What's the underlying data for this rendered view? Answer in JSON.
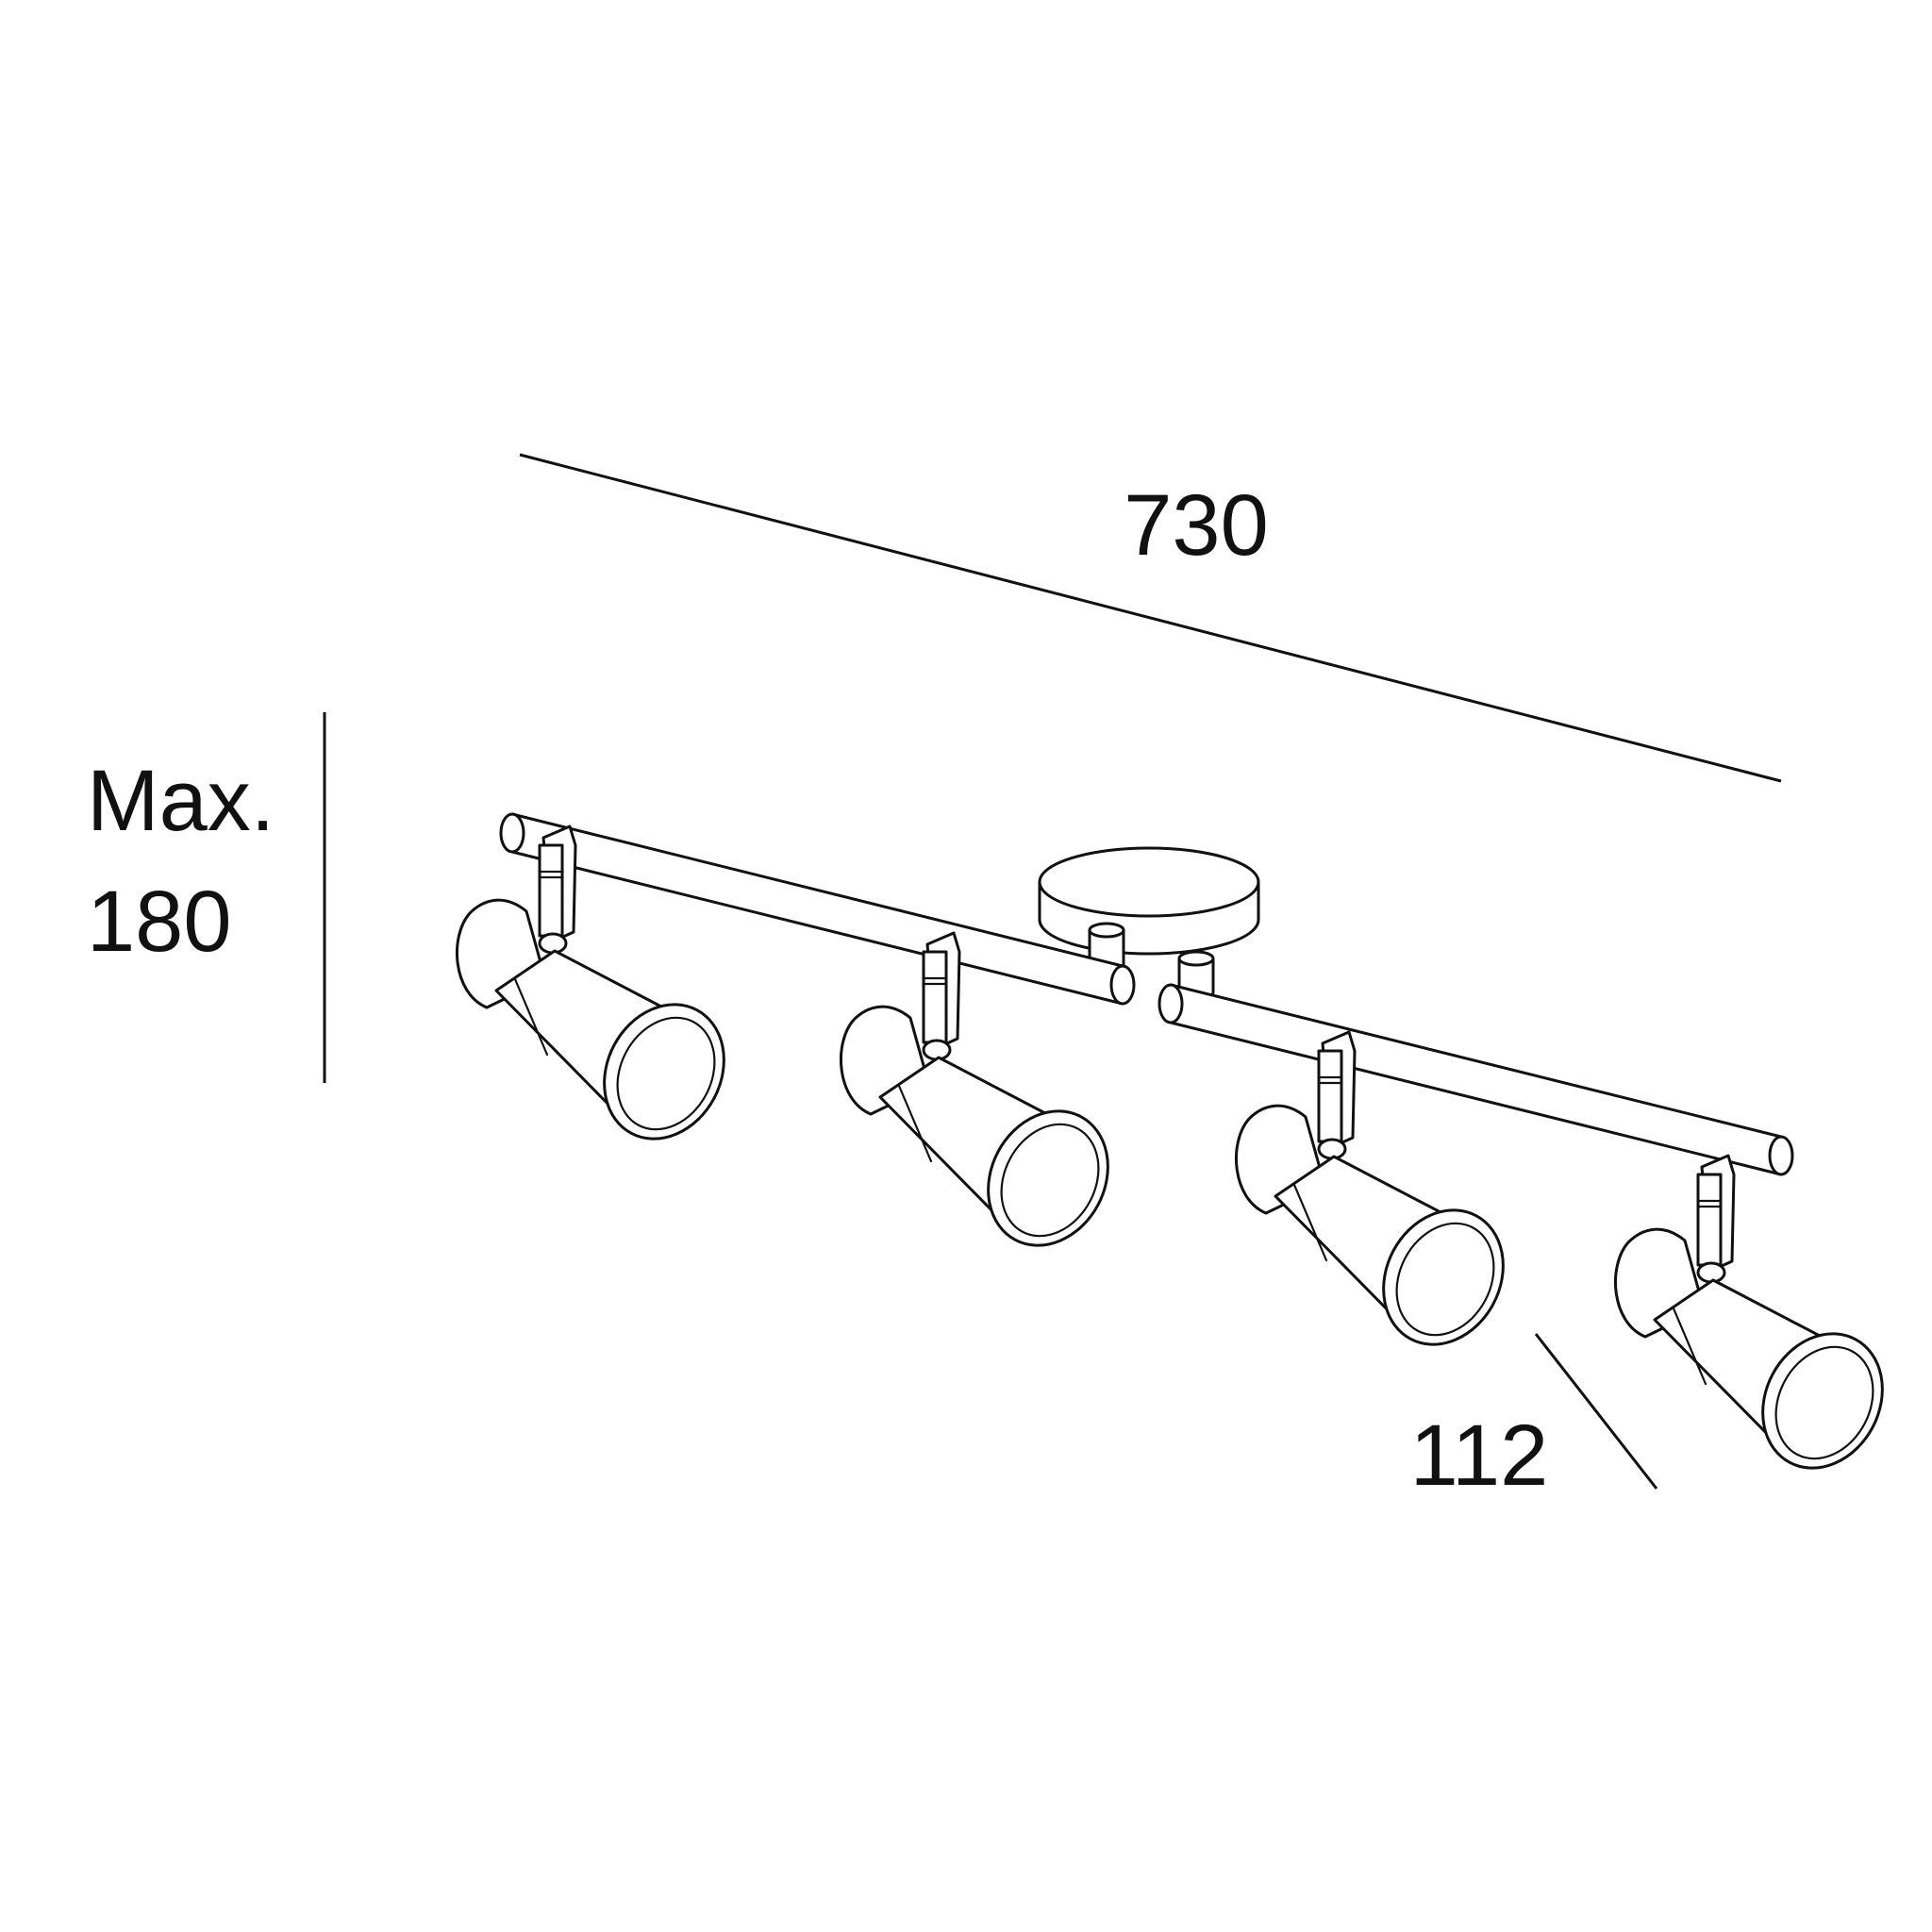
{
  "dimensions": {
    "length": "730",
    "height_label": "Max.",
    "height_value": "180",
    "depth": "112"
  },
  "colors": {
    "line": "#111111",
    "background": "#ffffff"
  }
}
